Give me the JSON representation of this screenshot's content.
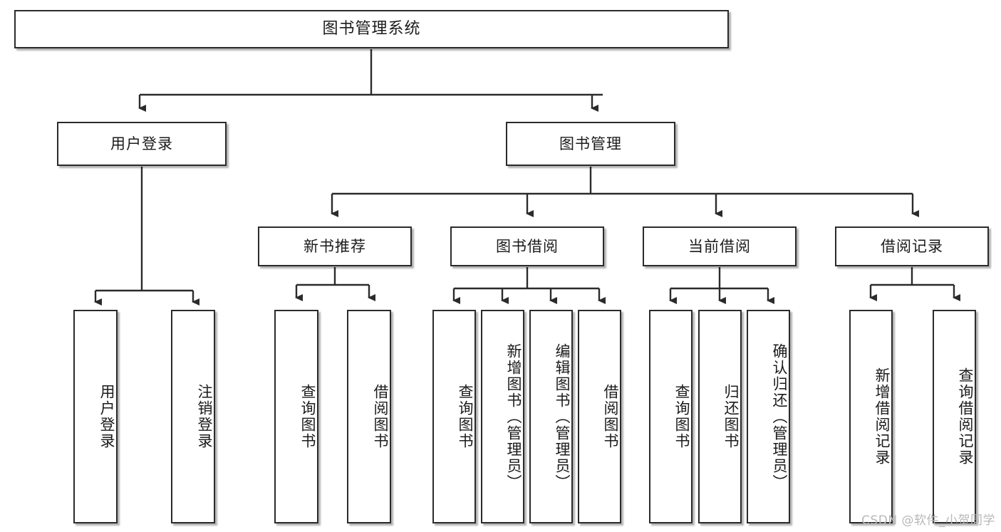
{
  "diagram": {
    "title": "图书管理系统",
    "type": "tree-hierarchy-diagram",
    "watermark": "CSDN @软件_小贺同学",
    "colors": {
      "box_border": "#2b2b2b",
      "box_fill": "#ffffff",
      "edge": "#2b2b2b",
      "text": "#1b1b1b",
      "watermark": "#b8b8b8"
    },
    "nodes": {
      "root": {
        "label": "图书管理系统"
      },
      "level2": [
        {
          "id": "user-login",
          "label": "用户登录"
        },
        {
          "id": "book-manage",
          "label": "图书管理"
        }
      ],
      "level3": [
        {
          "id": "new-book-rec",
          "label": "新书推荐"
        },
        {
          "id": "book-borrow",
          "label": "图书借阅"
        },
        {
          "id": "current-borrow",
          "label": "当前借阅"
        },
        {
          "id": "borrow-record",
          "label": "借阅记录"
        }
      ],
      "leaves": {
        "user-login": [
          {
            "id": "leaf-user-login",
            "label": "用户登录"
          },
          {
            "id": "leaf-logout",
            "label": "注销登录"
          }
        ],
        "new-book-rec": [
          {
            "id": "leaf-query-book-1",
            "label": "查询图书"
          },
          {
            "id": "leaf-borrow-book-1",
            "label": "借阅图书"
          }
        ],
        "book-borrow": [
          {
            "id": "leaf-query-book-2",
            "label": "查询图书"
          },
          {
            "id": "leaf-add-book",
            "label": "新增图书（管理员）"
          },
          {
            "id": "leaf-edit-book",
            "label": "编辑图书（管理员）"
          },
          {
            "id": "leaf-borrow-book-2",
            "label": "借阅图书"
          }
        ],
        "current-borrow": [
          {
            "id": "leaf-query-book-3",
            "label": "查询图书"
          },
          {
            "id": "leaf-return-book",
            "label": "归还图书"
          },
          {
            "id": "leaf-confirm-return",
            "label": "确认归还（管理员）"
          }
        ],
        "borrow-record": [
          {
            "id": "leaf-add-record",
            "label": "新增借阅记录"
          },
          {
            "id": "leaf-query-record",
            "label": "查询借阅记录"
          }
        ]
      }
    }
  }
}
